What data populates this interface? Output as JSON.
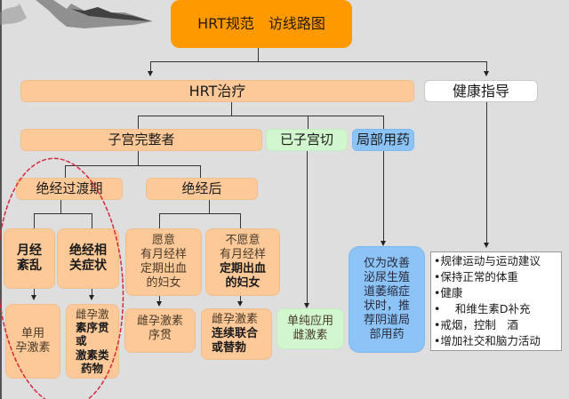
{
  "title": "HRT规范　访线路图",
  "hrt_treatment": "HRT治疗",
  "health_guidance": "健康指导",
  "branches": {
    "intact_uterus": "子宫完整者",
    "hysterectomy": "已子宫切",
    "local_medication": "局部用药"
  },
  "intact": {
    "perimenopause": "绝经过渡期",
    "postmenopause": "绝经后"
  },
  "perimenopause_nodes": {
    "menstrual_disorder": [
      "月经",
      "紊乱"
    ],
    "menopause_symptoms": [
      "绝经相",
      "关症状"
    ],
    "progestin_only": [
      "单用",
      "孕激素"
    ],
    "sequential_or_hormone": [
      "雌孕激",
      "素序贯",
      "或",
      "激素类",
      "药物"
    ]
  },
  "postmenopause_nodes": {
    "willing": [
      "愿意",
      "有月经样",
      "定期出血",
      "的妇女"
    ],
    "unwilling": [
      "不愿意",
      "有月经样",
      "定期出血",
      "的妇女"
    ],
    "sequential": [
      "雌孕激素",
      "序贯"
    ],
    "continuous_combined": [
      "雌孕激素",
      "连续联合",
      "或替勃"
    ]
  },
  "hysterectomy_node": [
    "单纯应用",
    "雌激素"
  ],
  "local_node": [
    "仅为改善",
    "泌尿生殖",
    "道萎缩症",
    "状时，推",
    "荐阴道局",
    "部用药"
  ],
  "health_items": [
    "•规律运动与运动建议",
    "•保持正常的体重",
    "•健康",
    "•　 和维生素D补充",
    "•戒烟，控制　酒",
    "•增加社交和脑力活动"
  ],
  "colors": {
    "title_box": "#ff9900",
    "peach": "#fdc998",
    "green": "#d2f7cf",
    "blue": "#8cc4f8",
    "annotation_ellipse": "#d8283a",
    "background": "#dedede"
  }
}
